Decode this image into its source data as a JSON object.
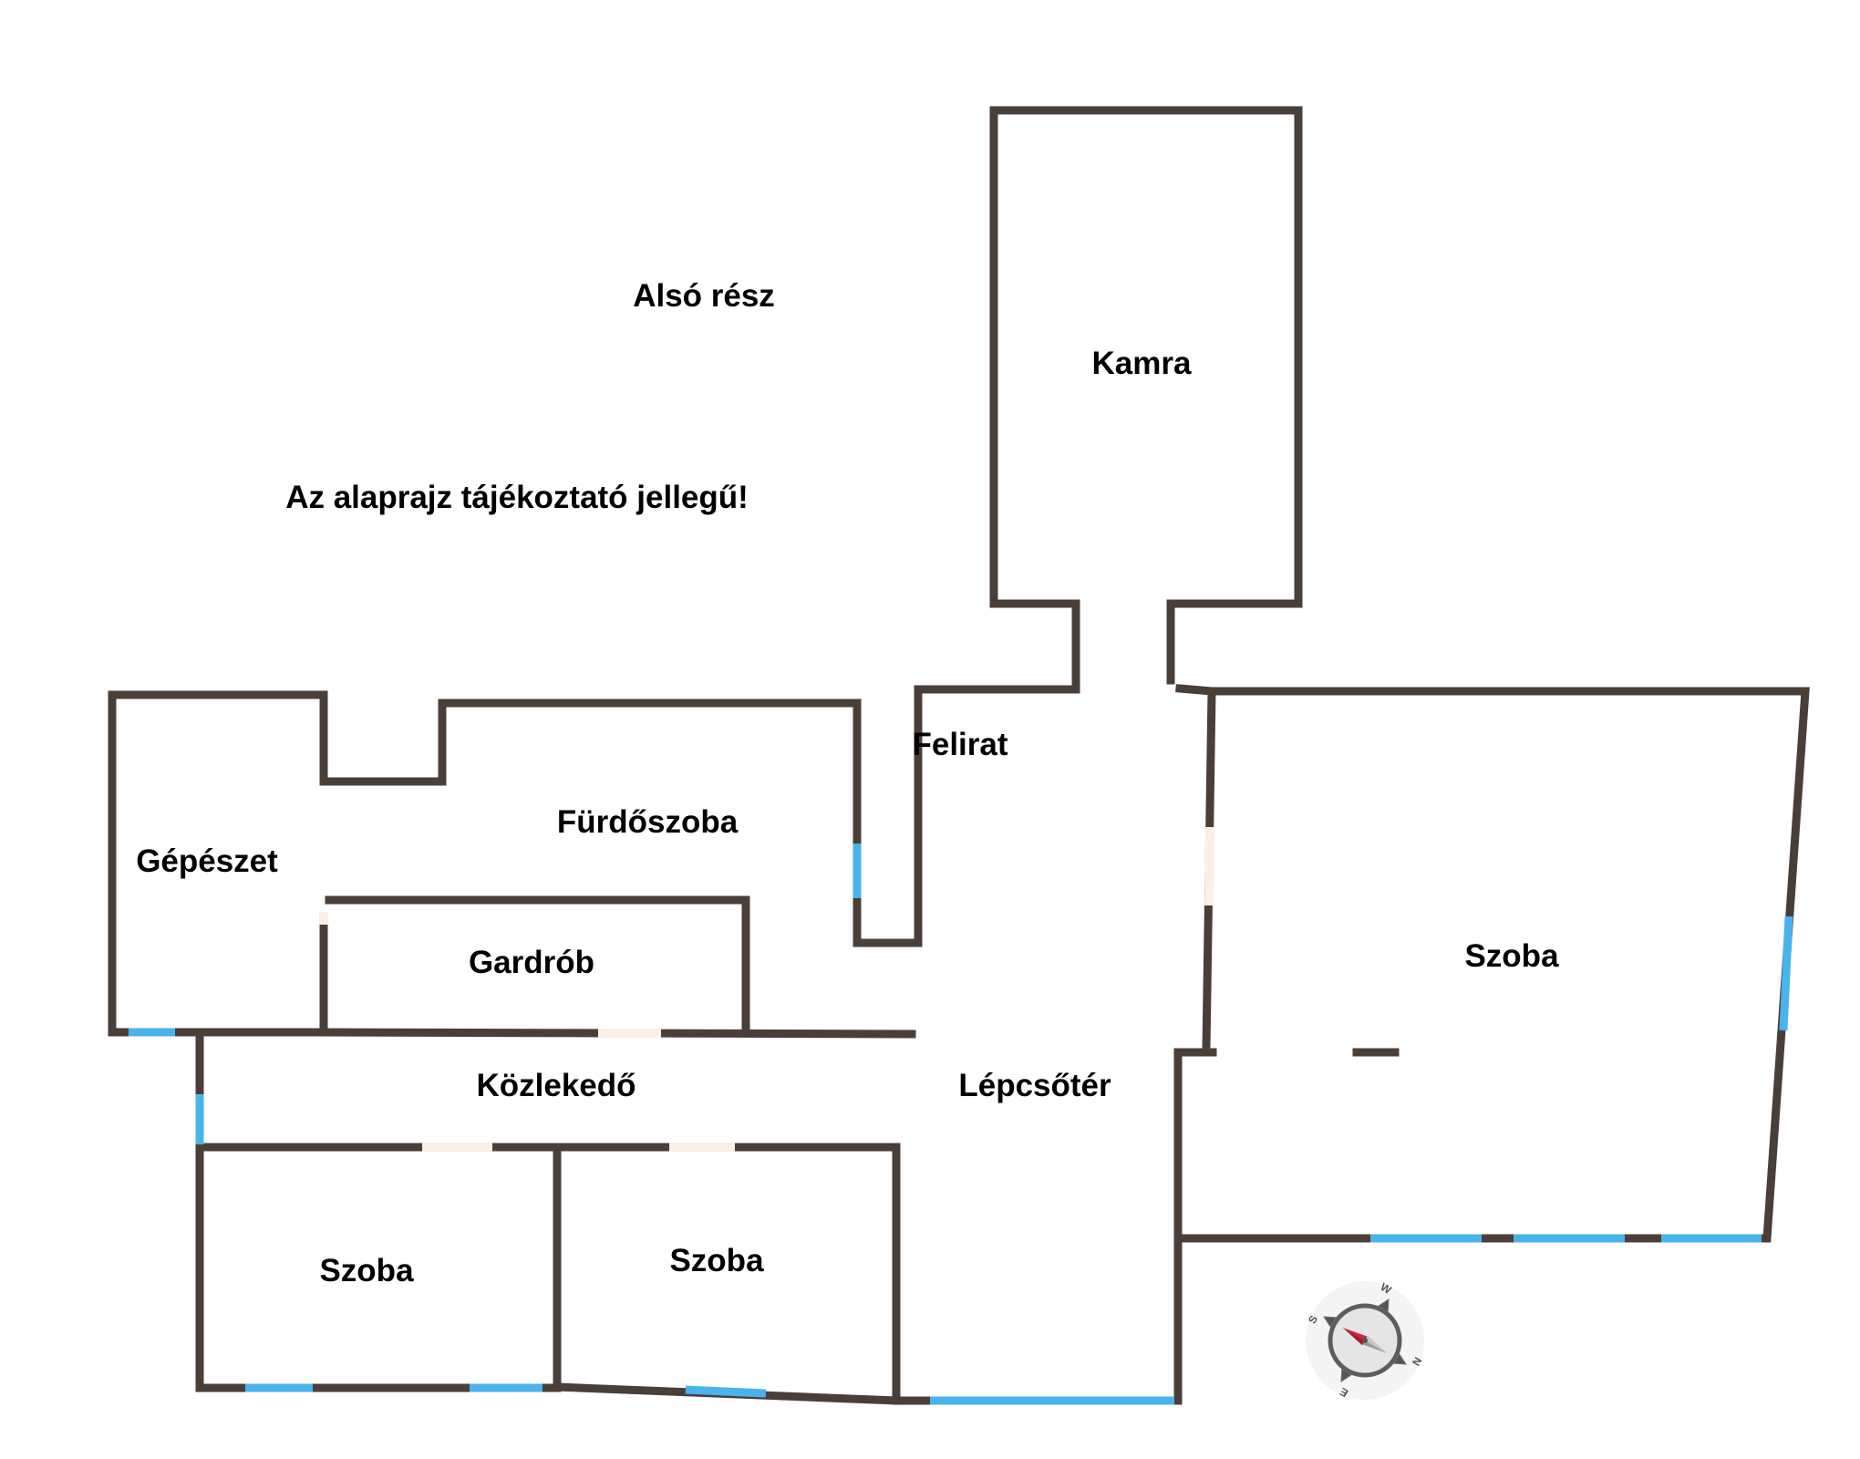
{
  "notes": {
    "section_title": "Alsó rész",
    "disclaimer": "Az alaprajz tájékoztató jellegű!"
  },
  "rooms": {
    "kamra": "Kamra",
    "felirat": "Felirat",
    "furdoszoba": "Fürdőszoba",
    "gepeszet": "Gépészet",
    "gardrob": "Gardrób",
    "szoba_right": "Szoba",
    "kozlekedo": "Közlekedő",
    "lepcsoter": "Lépcsőtér",
    "szoba_bottom_left": "Szoba",
    "szoba_bottom_mid": "Szoba"
  },
  "compass": {
    "letters": [
      "S",
      "W",
      "N",
      "E"
    ]
  },
  "colors": {
    "wall": "#4a3f38",
    "window": "#4ab3ec",
    "door": "#fbefe6",
    "compass_needle": "#d2233c"
  }
}
